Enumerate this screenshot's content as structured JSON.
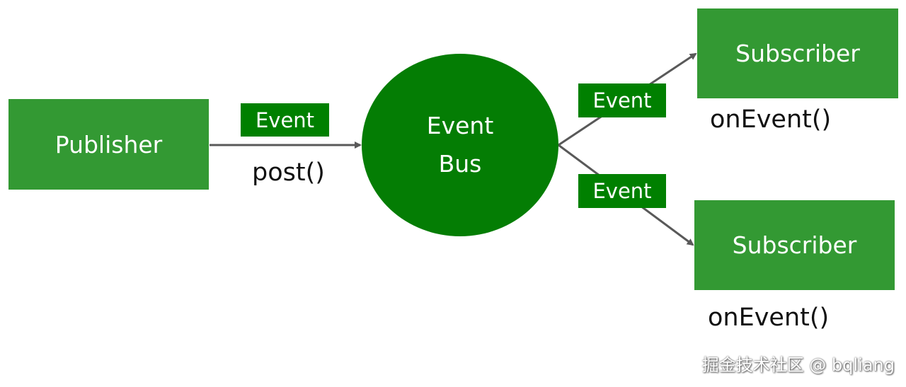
{
  "publisher": {
    "label": "Publisher"
  },
  "bus": {
    "line1": "Event",
    "line2": "Bus"
  },
  "events": [
    {
      "label": "Event"
    },
    {
      "label": "Event"
    },
    {
      "label": "Event"
    }
  ],
  "post_label": "post()",
  "subscribers": [
    {
      "label": "Subscriber",
      "method": "onEvent()"
    },
    {
      "label": "Subscriber",
      "method": "onEvent()"
    }
  ],
  "watermark": "掘金技术社区 @ bqliang",
  "colors": {
    "box_green": "#339933",
    "bus_green": "#047d04",
    "event_green": "#008000",
    "arrow": "#595959"
  }
}
